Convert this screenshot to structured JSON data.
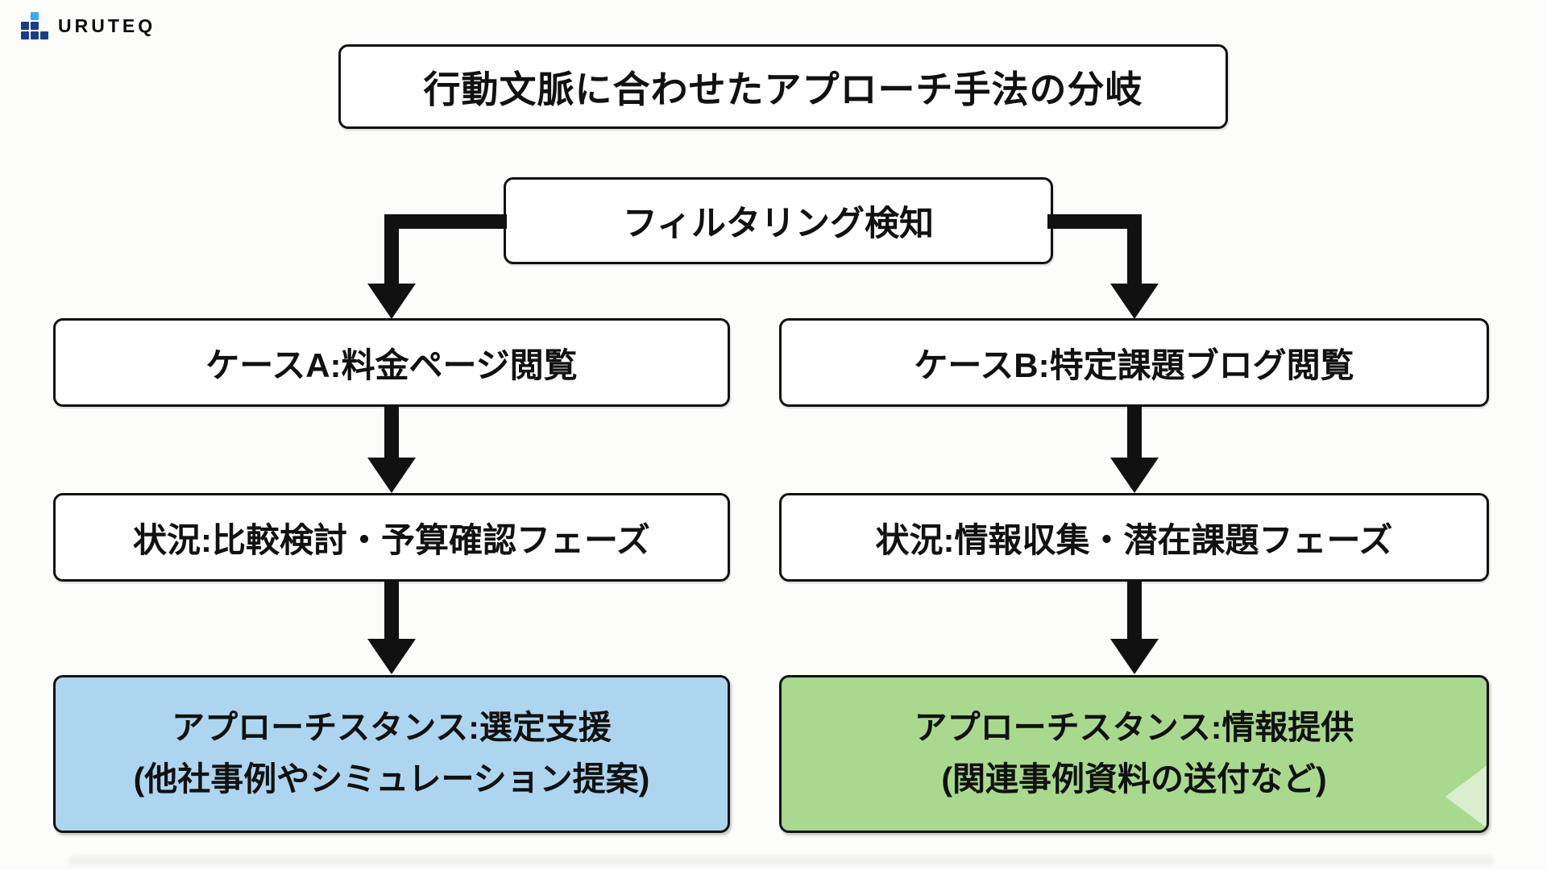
{
  "brand": {
    "name": "URUTEQ"
  },
  "title": "行動文脈に合わせたアプローチ手法の分岐",
  "root_node": "フィルタリング検知",
  "branches": {
    "a": {
      "case": "ケースA:料金ページ閲覧",
      "status": "状況:比較検討・予算確認フェーズ",
      "approach": {
        "line1": "アプローチスタンス:選定支援",
        "line2": "(他社事例やシミュレーション提案)"
      },
      "fill": "#aed5ef"
    },
    "b": {
      "case": "ケースB:特定課題ブログ閲覧",
      "status": "状況:情報収集・潜在課題フェーズ",
      "approach": {
        "line1": "アプローチスタンス:情報提供",
        "line2": "(関連事例資料の送付など)"
      },
      "fill": "#a9d98e"
    }
  },
  "colors": {
    "background": "#fcfcfb",
    "node_border": "#111111",
    "arrow": "#111111",
    "approach_a_fill": "#aed5ef",
    "approach_b_fill": "#a9d98e",
    "logo_navy": "#1c3d85",
    "logo_light_blue": "#3fa9f5"
  }
}
